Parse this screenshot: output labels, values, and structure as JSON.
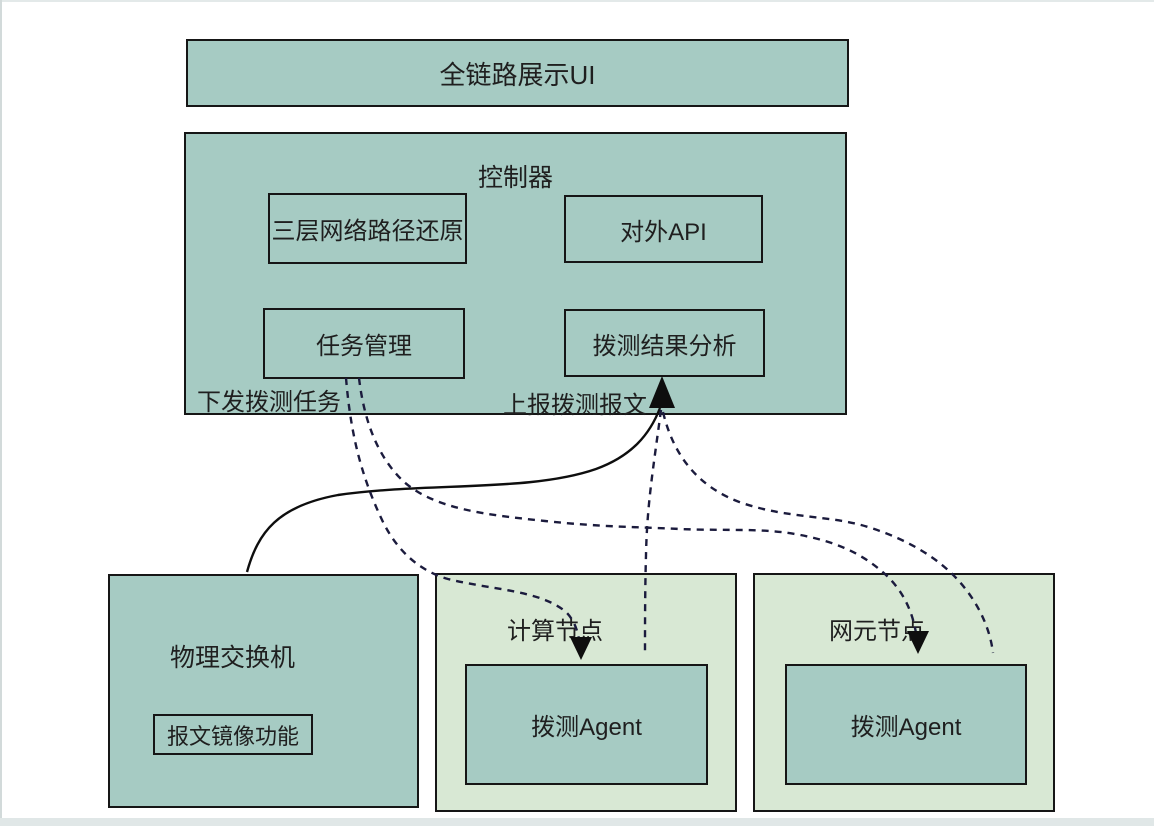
{
  "diagram": {
    "top_box": {
      "label": "全链路展示UI"
    },
    "controller": {
      "title": "控制器",
      "modules": [
        {
          "label": "三层网络路径还原"
        },
        {
          "label": "对外API"
        },
        {
          "label": "任务管理"
        },
        {
          "label": "拨测结果分析"
        }
      ],
      "edge_labels": {
        "dispatch": "下发拨测任务",
        "report": "上报拨测报文"
      }
    },
    "nodes": {
      "physical_switch": {
        "title": "物理交换机",
        "feature": "报文镜像功能"
      },
      "compute_node": {
        "title": "计算节点",
        "agent": "拨测Agent"
      },
      "network_element_node": {
        "title": "网元节点",
        "agent": "拨测Agent"
      }
    },
    "colors": {
      "teal_fill": "#a6cbc3",
      "light_green_fill": "#d8e8d4",
      "border": "#161616",
      "dashed_connector": "#1b1b3d",
      "solid_connector": "#0e0e0e"
    }
  }
}
